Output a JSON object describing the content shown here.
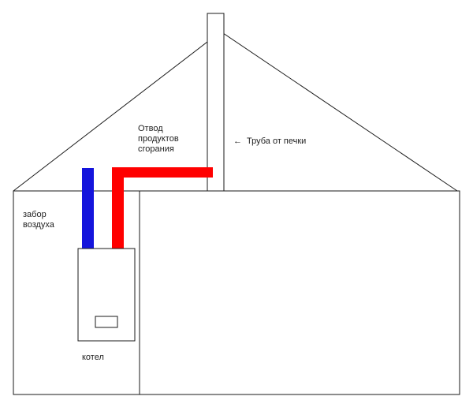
{
  "colors": {
    "line": "#1a1a1a",
    "hot_pipe": "#ff0000",
    "cold_pipe": "#1414dc",
    "background": "#ffffff"
  },
  "labels": {
    "exhaust": [
      "Отвод",
      "продуктов",
      "сгорания"
    ],
    "air_intake": [
      "забор",
      "воздуха"
    ],
    "boiler": "котел",
    "stove_pipe_arrow": "←",
    "stove_pipe": "Труба от печки"
  }
}
